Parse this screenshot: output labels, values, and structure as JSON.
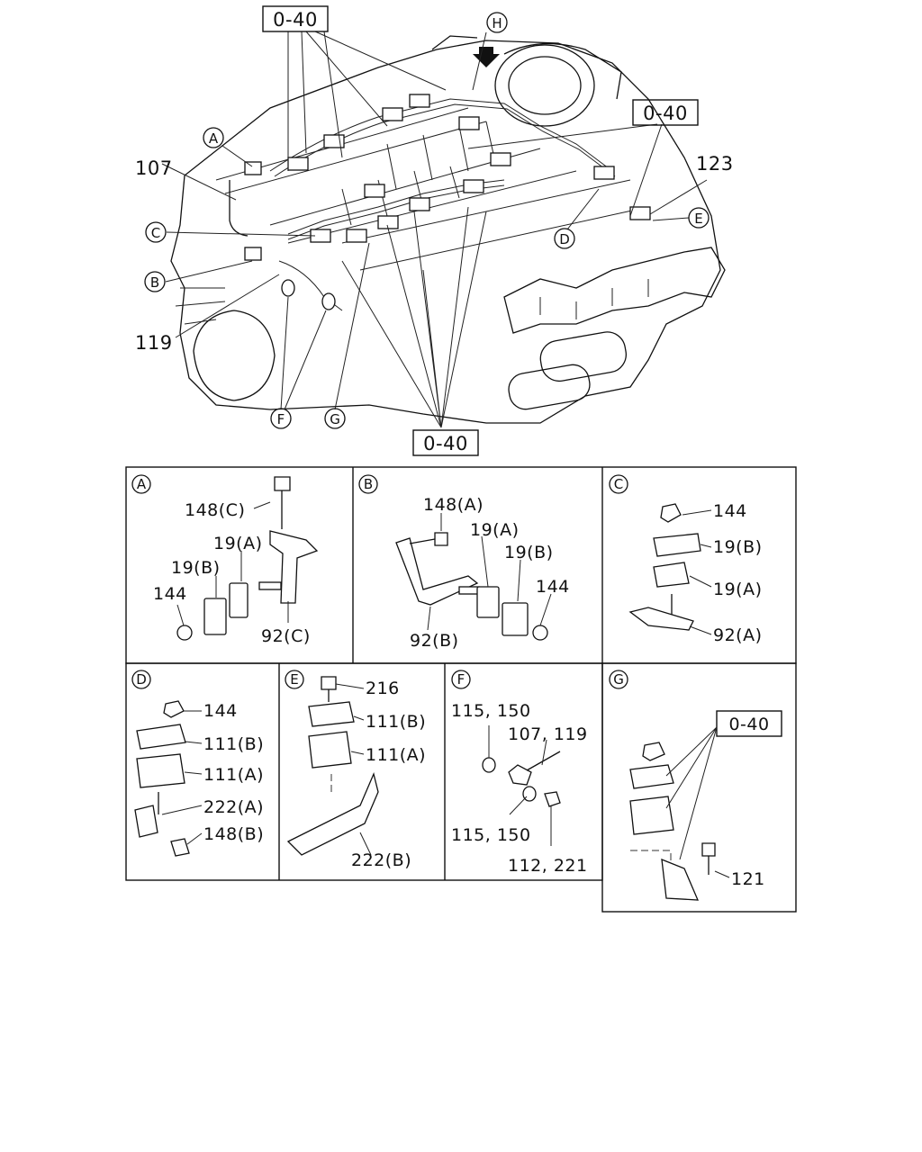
{
  "main_view": {
    "callouts": {
      "ref_top": "0-40",
      "ref_right": "0-40",
      "ref_bottom": "0-40",
      "view_h": "H",
      "a": "A",
      "b": "B",
      "c": "C",
      "d": "D",
      "e": "E",
      "f": "F",
      "g": "G",
      "p107": "107",
      "p119": "119",
      "p123": "123"
    }
  },
  "details": {
    "A": {
      "letter": "A",
      "labels": [
        "148(C)",
        "19(A)",
        "19(B)",
        "144",
        "92(C)"
      ]
    },
    "B": {
      "letter": "B",
      "labels": [
        "148(A)",
        "19(A)",
        "19(B)",
        "144",
        "92(B)"
      ]
    },
    "C": {
      "letter": "C",
      "labels": [
        "144",
        "19(B)",
        "19(A)",
        "92(A)"
      ]
    },
    "D": {
      "letter": "D",
      "labels": [
        "144",
        "111(B)",
        "111(A)",
        "222(A)",
        "148(B)"
      ]
    },
    "E": {
      "letter": "E",
      "labels": [
        "216",
        "111(B)",
        "111(A)",
        "222(B)"
      ]
    },
    "F": {
      "letter": "F",
      "labels": [
        "115, 150",
        "107, 119",
        "115, 150",
        "112, 221"
      ]
    },
    "G": {
      "letter": "G",
      "labels": [
        "0-40",
        "121"
      ]
    }
  }
}
